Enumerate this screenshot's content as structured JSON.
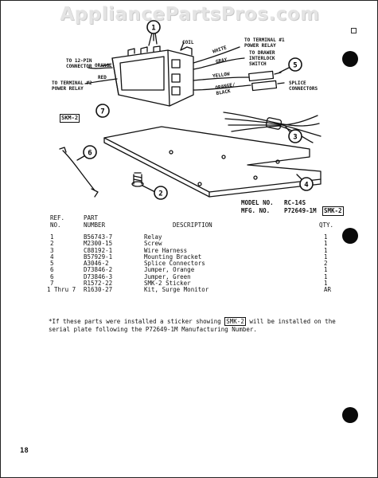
{
  "watermark": "AppliancePartsPros.com",
  "callouts": [
    "1",
    "2",
    "3",
    "4",
    "5",
    "6",
    "7"
  ],
  "labels": {
    "coil": "COIL",
    "white": "WHITE",
    "gray": "GRAY",
    "yellow": "YELLOW",
    "orange_black": "ORANGE/\nBLACK",
    "orange": "ORANGE",
    "red": "RED",
    "to_12pin": "TO 12-PIN\nCONNECTOR",
    "to_terminal_1": "TO TERMINAL #1\nPOWER RELAY",
    "to_drawer": "TO DRAWER\nINTERLOCK\nSWITCH",
    "to_terminal_2": "TO TERMINAL #2\nPOWER RELAY",
    "splice": "SPLICE\nCONNECTORS",
    "smk_tag": "SKM-2"
  },
  "model": {
    "model_label": "MODEL NO.",
    "model_value": "RC-14S",
    "mfg_label": "MFG. NO.",
    "mfg_value": "P72649-1M",
    "smk": "SMK-2"
  },
  "table": {
    "hdr_ref": "REF.\nNO.",
    "hdr_part": "PART\nNUMBER",
    "hdr_desc": "DESCRIPTION",
    "hdr_qty": "QTY.",
    "rows": [
      {
        "ref": "1",
        "part": "B56743-7",
        "desc": "Relay",
        "qty": "1"
      },
      {
        "ref": "2",
        "part": "M2300-15",
        "desc": "Screw",
        "qty": "1"
      },
      {
        "ref": "3",
        "part": "C88192-1",
        "desc": "Wire Harness",
        "qty": "1"
      },
      {
        "ref": "4",
        "part": "B57929-1",
        "desc": "Mounting Bracket",
        "qty": "1"
      },
      {
        "ref": "5",
        "part": "A3046-2",
        "desc": "Splice Connectors",
        "qty": "2"
      },
      {
        "ref": "6",
        "part": "D73846-2",
        "desc": "Jumper, Orange",
        "qty": "1"
      },
      {
        "ref": "6",
        "part": "D73846-3",
        "desc": "Jumper, Green",
        "qty": "1"
      },
      {
        "ref": "7",
        "part": "R1572-22",
        "desc": "SMK-2 Sticker",
        "qty": "1"
      },
      {
        "ref": "1 Thru 7",
        "part": "R1630-27",
        "desc": "Kit, Surge Monitor",
        "qty": "AR"
      }
    ]
  },
  "note": {
    "part1": "*If these parts were installed a sticker showing",
    "smk": "SMK-2",
    "part2": "will be installed on the serial plate following the P72649-1M Manufacturing Number."
  },
  "page_number": "18"
}
